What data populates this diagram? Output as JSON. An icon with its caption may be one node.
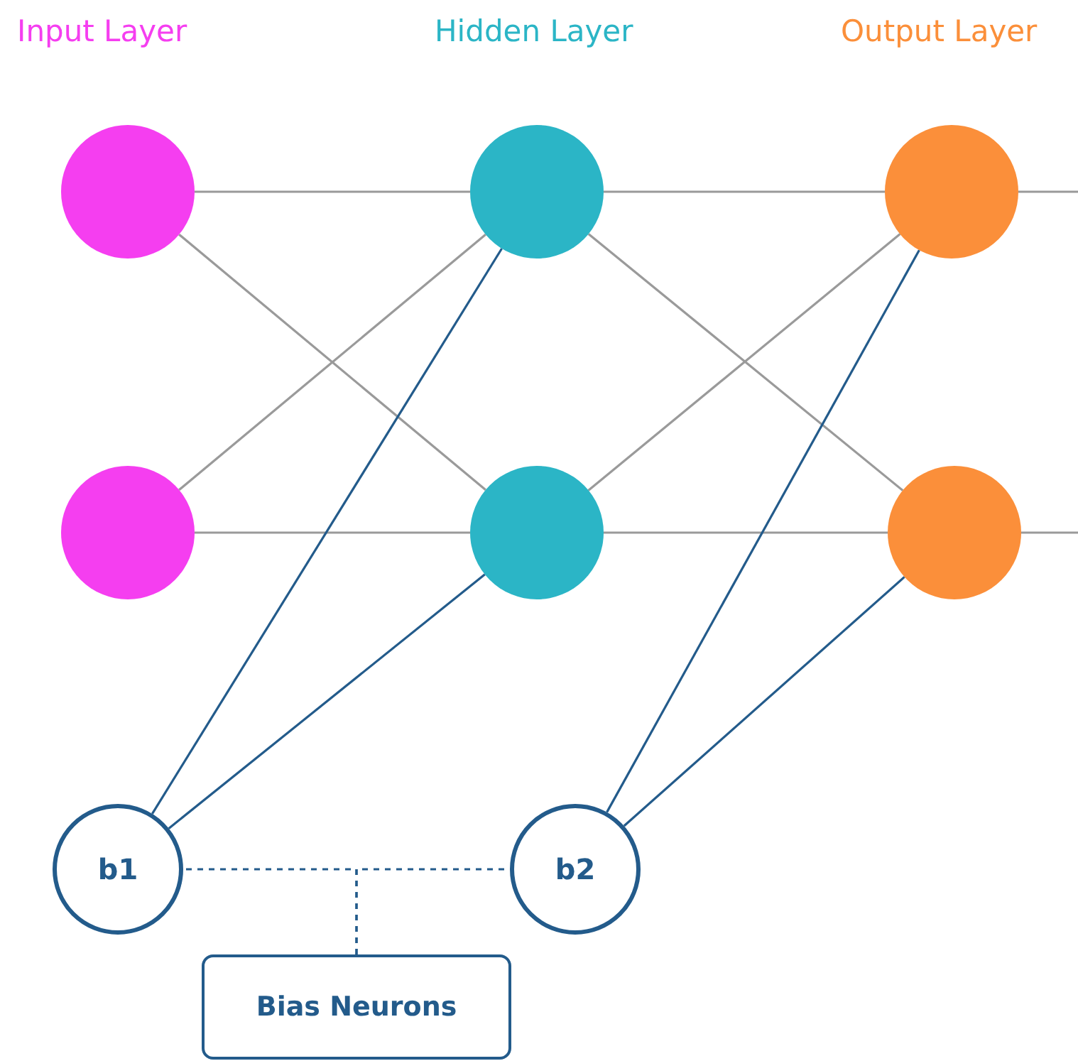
{
  "diagram": {
    "nodes": [
      {
        "text": [],
        "shape": "circle"
      },
      {
        "text": [],
        "shape": "circle"
      },
      {
        "text": [],
        "shape": "circle"
      },
      {
        "text": [],
        "shape": "circle"
      },
      {
        "text": [],
        "shape": "circle"
      },
      {
        "text": [],
        "shape": "circle"
      },
      {
        "text": [
          "b1"
        ]
      },
      {
        "text": [
          "b2"
        ]
      },
      {
        "text": [
          "Bias Neurons"
        ]
      }
    ],
    "edges": [
      {
        "from": 0,
        "to": 2,
        "arrow": "none"
      },
      {
        "from": 0,
        "to": 3,
        "arrow": "none"
      },
      {
        "from": 1,
        "to": 2,
        "arrow": "none"
      },
      {
        "from": 1,
        "to": 3,
        "arrow": "none"
      },
      {
        "from": 6,
        "to": 2,
        "arrow": "none",
        "color": "#235b8b"
      },
      {
        "from": 6,
        "to": 3,
        "arrow": "none",
        "color": "#235b8b"
      },
      {
        "from": 2,
        "to": 4,
        "arrow": "none"
      },
      {
        "from": 2,
        "to": 5,
        "arrow": "none"
      },
      {
        "from": 3,
        "to": 4,
        "arrow": "none"
      },
      {
        "from": 3,
        "to": 5,
        "arrow": "none"
      },
      {
        "from": 7,
        "to": 4,
        "arrow": "none",
        "color": "#235b8b"
      },
      {
        "from": 7,
        "to": 5,
        "arrow": "none",
        "color": "#235b8b"
      },
      {
        "from": 4,
        "to": null,
        "arrow": "none"
      },
      {
        "from": 5,
        "to": null,
        "arrow": "none"
      },
      {
        "from": 8,
        "to": 6,
        "arrow": "none",
        "style": "dashed",
        "color": "#235b8b"
      },
      {
        "from": 8,
        "to": 7,
        "arrow": "none",
        "style": "dashed",
        "color": "#235b8b"
      }
    ],
    "labels": [
      "Input Layer",
      "Hidden Layer",
      "Output Layer"
    ]
  }
}
